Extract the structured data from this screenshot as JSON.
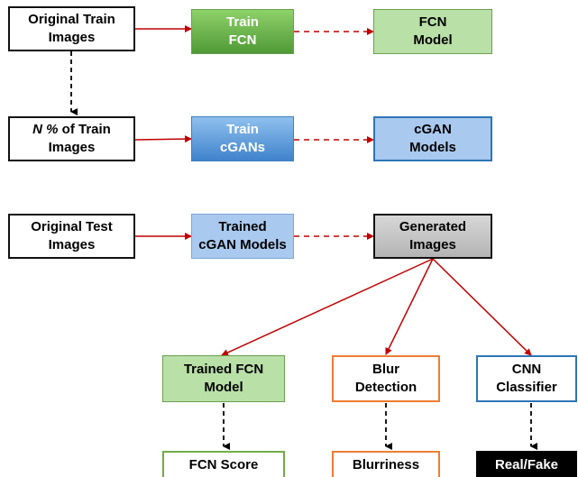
{
  "nodes": {
    "orig_train": {
      "line1": "Original Train",
      "line2": "Images"
    },
    "train_fcn": {
      "line1": "Train",
      "line2": "FCN"
    },
    "fcn_model": {
      "line1": "FCN",
      "line2": "Model"
    },
    "n_pct": {
      "italic": "N %",
      "rest": " of Train",
      "line2": "Images"
    },
    "train_cgans": {
      "line1": "Train",
      "line2": "cGANs"
    },
    "cgan_models": {
      "line1": "cGAN",
      "line2": "Models"
    },
    "orig_test": {
      "line1": "Original Test",
      "line2": "Images"
    },
    "trained_cgan": {
      "line1": "Trained",
      "line2": "cGAN Models"
    },
    "generated": {
      "line1": "Generated",
      "line2": "Images"
    },
    "trained_fcn": {
      "line1": "Trained FCN",
      "line2": "Model"
    },
    "blur_detect": {
      "line1": "Blur",
      "line2": "Detection"
    },
    "cnn_classifier": {
      "line1": "CNN",
      "line2": "Classifier"
    },
    "fcn_score": {
      "line1": "FCN Score"
    },
    "blurriness": {
      "line1": "Blurriness"
    },
    "real_fake": {
      "line1": "Real/Fake"
    }
  },
  "colors": {
    "arrow_red": "#c00000",
    "arrow_black": "#000000"
  }
}
